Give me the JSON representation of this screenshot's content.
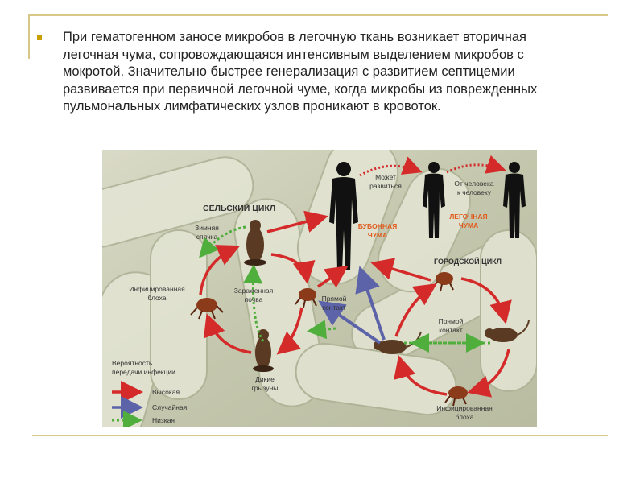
{
  "text": {
    "paragraph": "При гематогенном заносе микробов в легочную ткань возникает вторичная легочная чума, сопровождающаяся интенсивным выделением микробов с мокротой. Значительно быстрее генерализация с развитием септицемии развивается при первичной легочной чуме, когда микробы из поврежденных пульмональных лимфатических узлов проникают в кровоток."
  },
  "diagram": {
    "rural_cycle": "СЕЛЬСКИЙ ЦИКЛ",
    "urban_cycle": "ГОРОДСКОЙ ЦИКЛ",
    "hibernation": [
      "Зимняя",
      "спячка"
    ],
    "infected_flea_left": [
      "Инфицированная",
      "блоха"
    ],
    "infected_soil": [
      "Зараженная",
      "почва"
    ],
    "wild_rodents": [
      "Дикие",
      "грызуны"
    ],
    "direct_contact_1": [
      "Прямой",
      "контакт"
    ],
    "direct_contact_2": [
      "Прямой",
      "контакт"
    ],
    "infected_flea_right": [
      "Инфицированная",
      "блоха"
    ],
    "may_develop": [
      "Может",
      "развиться"
    ],
    "person_to_person": [
      "От человека",
      "к человеку"
    ],
    "bubonic_plague": [
      "БУБОННАЯ",
      "ЧУМА"
    ],
    "pneumonic_plague": [
      "ЛЕГОЧНАЯ",
      "ЧУМА"
    ],
    "legend_title": [
      "Вероятность",
      "передачи инфекции"
    ],
    "legend_high": "Высокая",
    "legend_random": "Случайная",
    "legend_low": "Низкая"
  },
  "colors": {
    "red": "#d42a2a",
    "blue": "#5c63a8",
    "green": "#4fae3c",
    "plague_label": "#e05a1c",
    "background": "#c9cbb3"
  }
}
